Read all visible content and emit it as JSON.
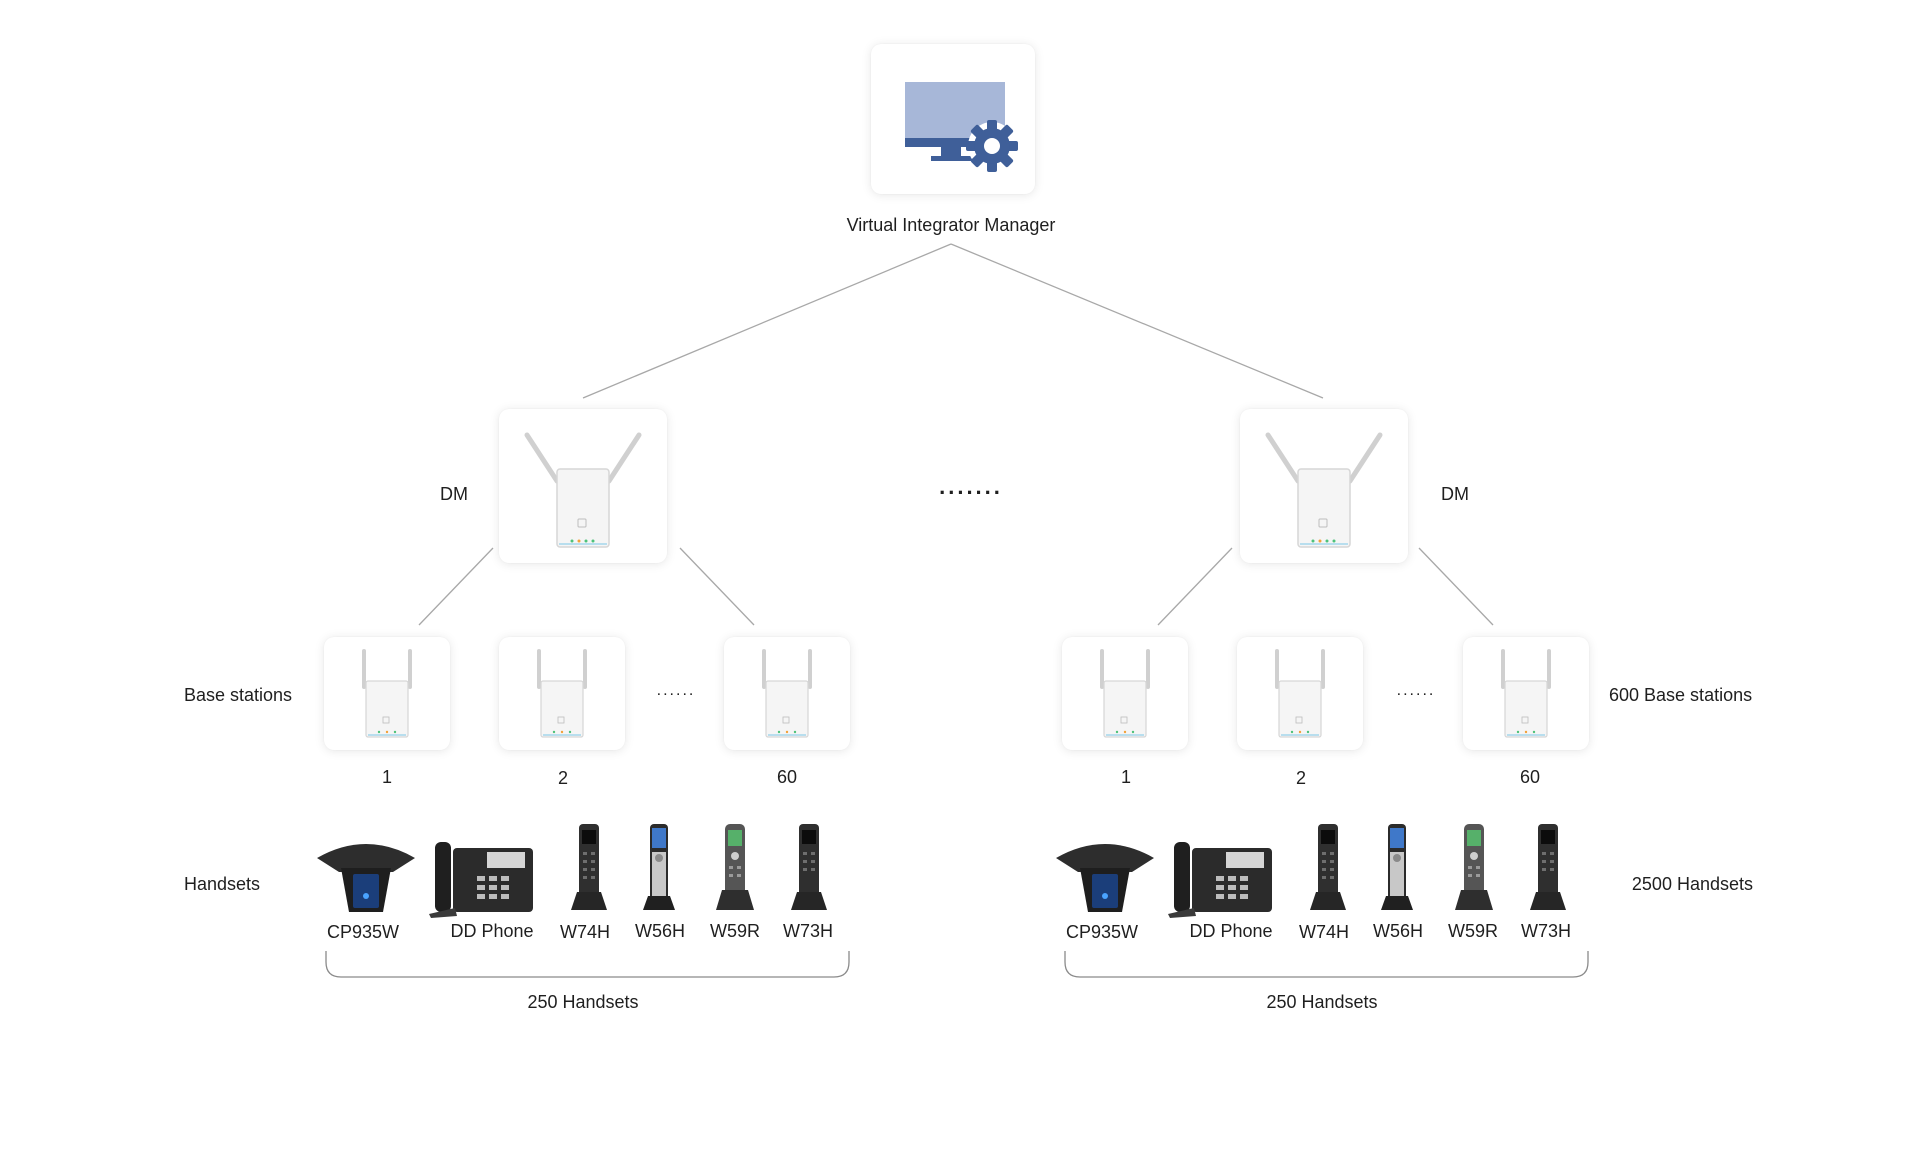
{
  "manager": {
    "label": "Virtual Integrator Manager",
    "icon": "monitor-gear-icon",
    "accent": "#3f5f99",
    "screen": "#a7b7d8"
  },
  "left": {
    "dm_label": "DM",
    "row_label_base": "Base stations",
    "row_label_handsets": "Handsets",
    "base_numbers": [
      "1",
      "2",
      "60"
    ],
    "base_ellipsis": "......",
    "handsets": [
      "CP935W",
      "DD Phone",
      "W74H",
      "W56H",
      "W59R",
      "W73H"
    ],
    "group_label": "250 Handsets"
  },
  "middle_ellipsis": ".......",
  "right": {
    "dm_label": "DM",
    "row_label_base": "600 Base stations",
    "row_label_handsets": "2500 Handsets",
    "base_numbers": [
      "1",
      "2",
      "60"
    ],
    "base_ellipsis": "......",
    "handsets": [
      "CP935W",
      "DD Phone",
      "W74H",
      "W56H",
      "W59R",
      "W73H"
    ],
    "group_label": "250 Handsets"
  },
  "colors": {
    "line": "#9a9a9a",
    "device_white": "#f4f4f4",
    "device_dark": "#2b2b2b",
    "led_green": "#4ec27a",
    "led_orange": "#f2a23a"
  }
}
